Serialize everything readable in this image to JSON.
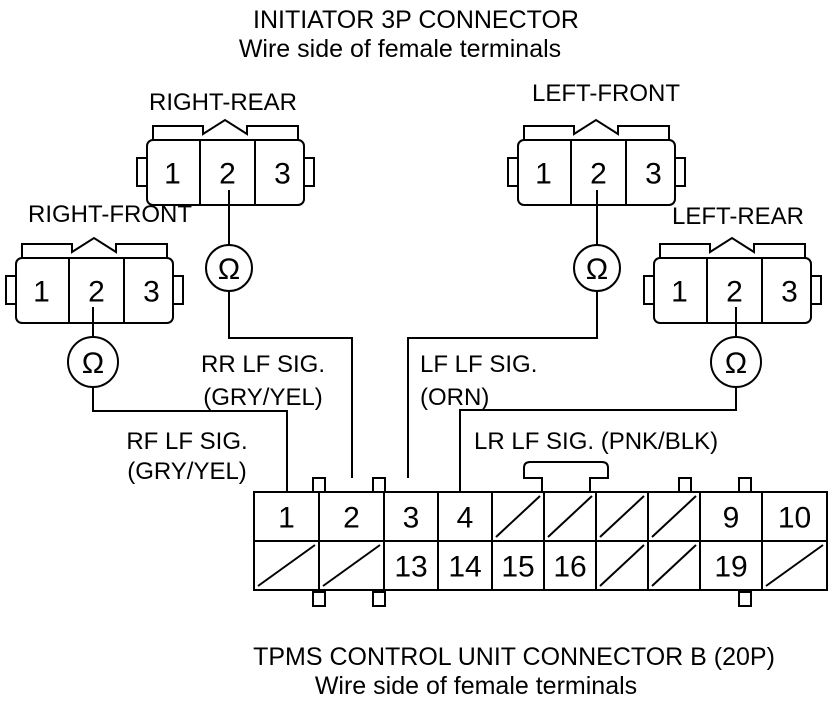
{
  "header": {
    "title": "INITIATOR 3P CONNECTOR",
    "subtitle": "Wire side of female terminals"
  },
  "connectors": [
    {
      "name": "RIGHT-REAR",
      "pins": [
        "1",
        "2",
        "3"
      ]
    },
    {
      "name": "LEFT-FRONT",
      "pins": [
        "1",
        "2",
        "3"
      ]
    },
    {
      "name": "RIGHT-FRONT",
      "pins": [
        "1",
        "2",
        "3"
      ]
    },
    {
      "name": "LEFT-REAR",
      "pins": [
        "1",
        "2",
        "3"
      ]
    }
  ],
  "ohm_symbol": "Ω",
  "wires": {
    "rr": {
      "line1": "RR LF SIG.",
      "line2": "(GRY/YEL)"
    },
    "lf": {
      "line1": "LF LF SIG.",
      "line2": "(ORN)"
    },
    "rf": {
      "line1": "RF LF SIG.",
      "line2": "(GRY/YEL)"
    },
    "lr": {
      "line1": "LR LF SIG. (PNK/BLK)"
    }
  },
  "control_unit": {
    "top_row": [
      "1",
      "2",
      "3",
      "4",
      "",
      "",
      "",
      "",
      "9",
      "10"
    ],
    "bottom_row": [
      "",
      "",
      "13",
      "14",
      "15",
      "16",
      "",
      "",
      "19",
      ""
    ],
    "footer_title": "TPMS CONTROL UNIT CONNECTOR B (20P)",
    "footer_subtitle": "Wire side of female terminals"
  }
}
